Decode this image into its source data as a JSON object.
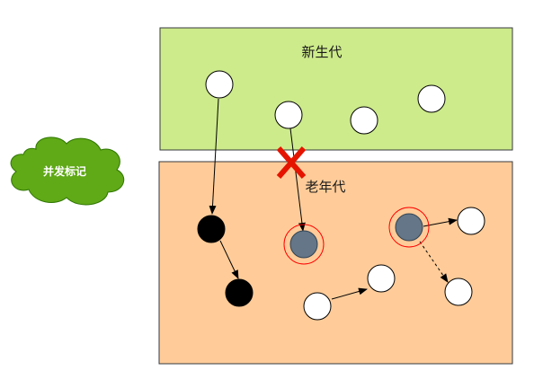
{
  "regions": {
    "young": {
      "label": "新生代",
      "fill": "#cdeb8b",
      "stroke": "#36393d"
    },
    "old": {
      "label": "老年代",
      "fill": "#ffcc99",
      "stroke": "#36393d"
    }
  },
  "cloud": {
    "label": "并发标记",
    "fill": "#60a917",
    "stroke": "#2d7600"
  },
  "colors": {
    "white_object": "#ffffff",
    "black_object": "#000000",
    "grey_object": "#647687",
    "highlight_ring": "#ff0000",
    "cross_mark": "#e51400",
    "edge": "#000000"
  }
}
